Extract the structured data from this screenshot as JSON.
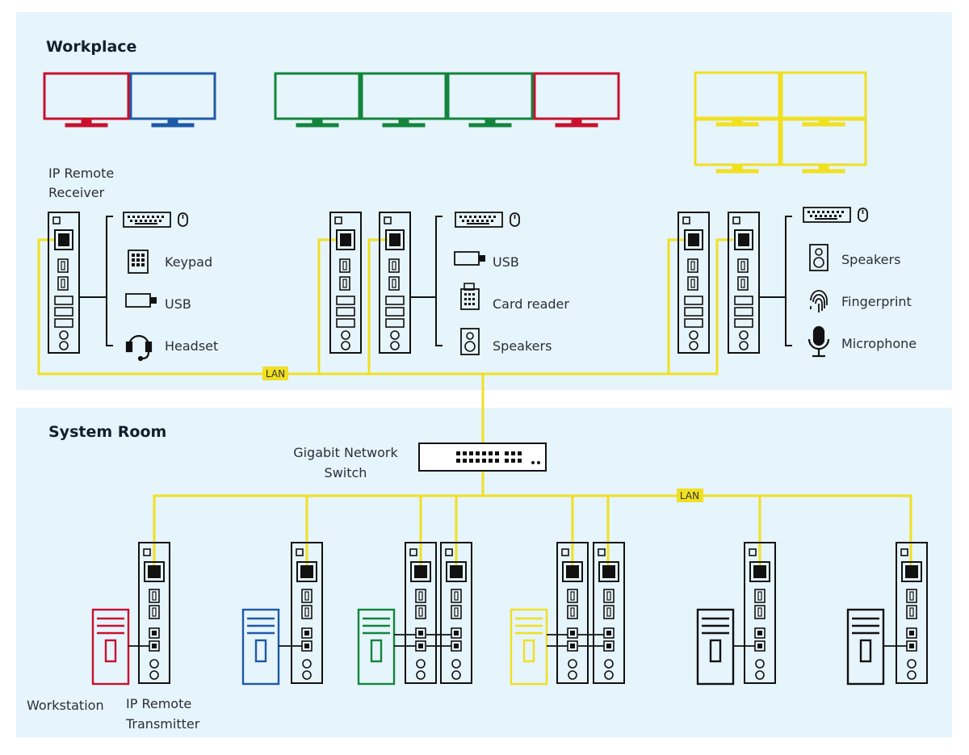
{
  "workplace": {
    "title": "Workplace",
    "receiver_label_line1": "IP Remote",
    "receiver_label_line2": "Receiver",
    "group1_peripherals": [
      "Keypad",
      "USB",
      "Headset"
    ],
    "group2_peripherals": [
      "USB",
      "Card reader",
      "Speakers"
    ],
    "group3_peripherals": [
      "Speakers",
      "Fingerprint",
      "Microphone"
    ],
    "lan_label": "LAN"
  },
  "system_room": {
    "title": "System Room",
    "switch_label_line1": "Gigabit Network",
    "switch_label_line2": "Switch",
    "lan_label": "LAN",
    "workstation_label": "Workstation",
    "transmitter_label_line1": "IP Remote",
    "transmitter_label_line2": "Transmitter"
  },
  "colors": {
    "red": "#c8102e",
    "blue": "#1f5aa6",
    "green": "#13843c",
    "yellow": "#f0e020",
    "black": "#111111",
    "panel": "#e6f4fb"
  }
}
